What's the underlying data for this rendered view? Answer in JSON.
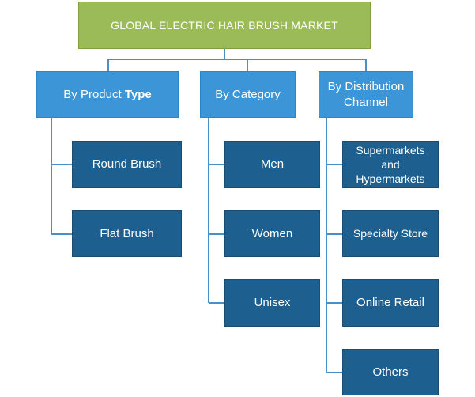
{
  "root": {
    "label": "GLOBAL ELECTRIC HAIR BRUSH MARKET"
  },
  "categories": [
    {
      "label_plain": "By Product ",
      "label_bold": "Type",
      "items": [
        "Round Brush",
        "Flat Brush"
      ]
    },
    {
      "label_plain": "By Category",
      "label_bold": "",
      "items": [
        "Men",
        "Women",
        "Unisex"
      ]
    },
    {
      "label_plain": "By Distribution Channel",
      "label_bold": "",
      "items": [
        "Supermarkets and Hypermarkets",
        "Specialty Store",
        "Online Retail",
        "Others"
      ]
    }
  ],
  "colors": {
    "root": "#9bbb59",
    "category": "#3b95d7",
    "leaf": "#1d5f8f",
    "connector": "#4a90c6"
  }
}
